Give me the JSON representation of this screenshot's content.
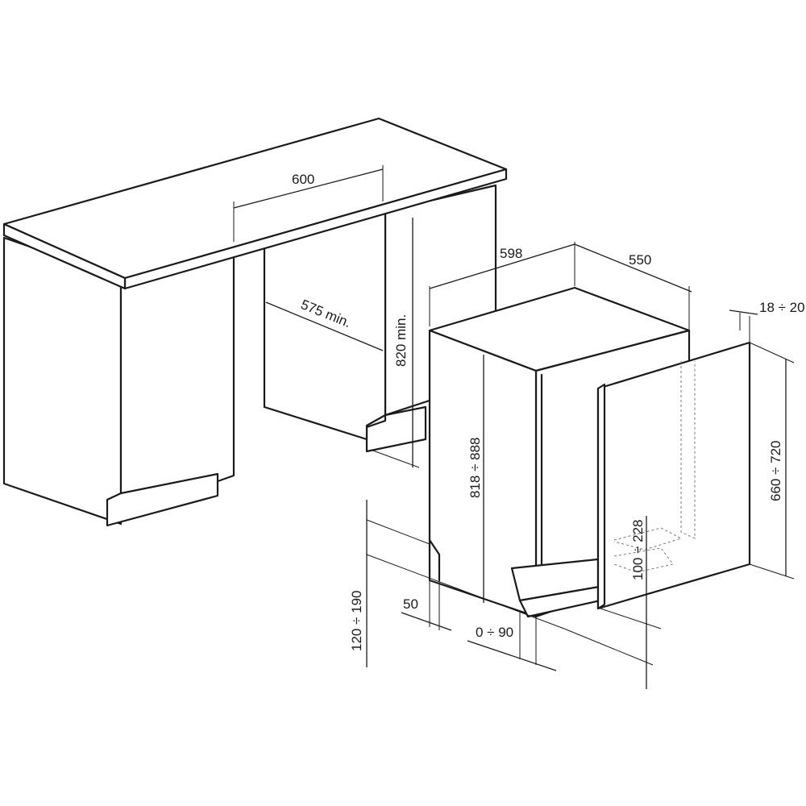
{
  "dimensions": {
    "cabinet_width": "600",
    "cabinet_depth": "575 min.",
    "cabinet_height": "820 min.",
    "appliance_width": "598",
    "appliance_depth": "550",
    "appliance_height": "818 ÷ 888",
    "panel_thickness": "18 ÷ 20",
    "panel_height": "660 ÷ 720",
    "panel_offset": "100 ÷ 228",
    "plinth_height": "120 ÷ 190",
    "plinth_depth": "50",
    "plinth_recess": "0 ÷ 90"
  },
  "colors": {
    "line": "#1a1a1a",
    "background": "#ffffff"
  }
}
